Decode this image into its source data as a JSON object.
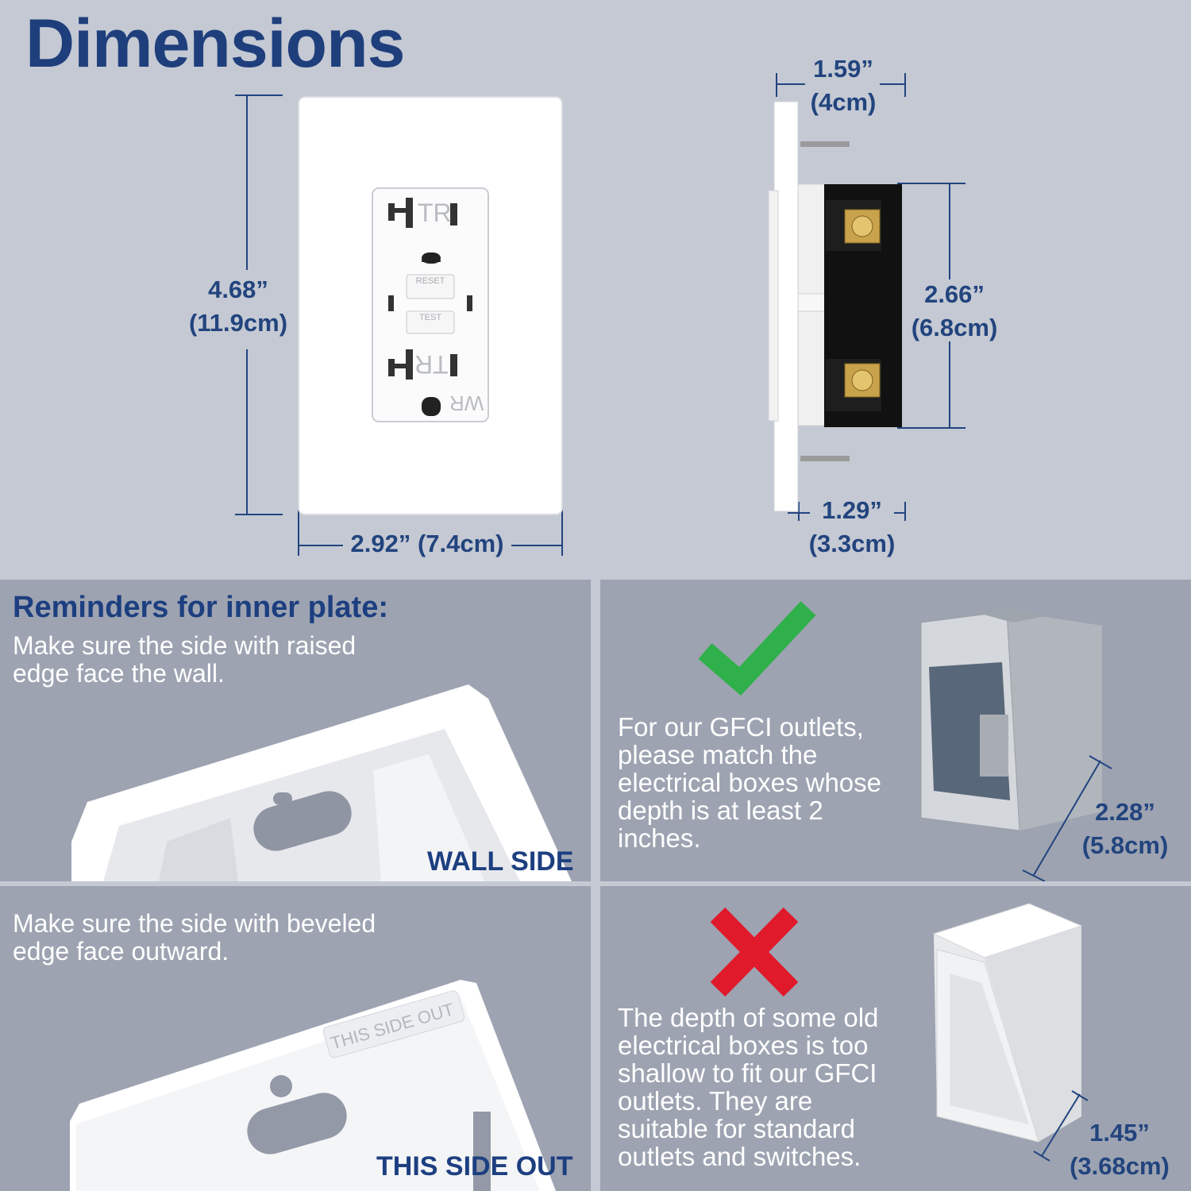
{
  "title": "Dimensions",
  "front": {
    "height_in": "4.68”",
    "height_cm": "(11.9cm)",
    "width": "2.92” (7.4cm)",
    "top_label": "TR",
    "bottom_label": "TR",
    "reset_label": "RESET",
    "test_label": "TEST",
    "wr_label": "WR"
  },
  "side": {
    "top_in": "1.59”",
    "top_cm": "(4cm)",
    "body_in": "2.66”",
    "body_cm": "(6.8cm)",
    "bottom_in": "1.29”",
    "bottom_cm": "(3.3cm)"
  },
  "inner_plate": {
    "heading": "Reminders for inner plate:",
    "wall_text": "Make sure the side with raised edge face the wall.",
    "wall_label": "WALL SIDE",
    "out_text": "Make sure the side with beveled edge face outward.",
    "out_label": "THIS SIDE OUT",
    "embossed": "THIS SIDE OUT"
  },
  "good_box": {
    "text": "For our GFCI outlets, please match the electrical boxes whose depth is at least 2 inches.",
    "depth_in": "2.28”",
    "depth_cm": "(5.8cm)"
  },
  "bad_box": {
    "text": "The depth of some old electrical boxes is too shallow to fit our GFCI outlets. They are suitable for standard outlets and switches.",
    "depth_in": "1.45”",
    "depth_cm": "(3.68cm)"
  },
  "colors": {
    "accent": "#1f3e7c",
    "check": "#2fb04a",
    "cross": "#e0192b",
    "panel": "#9da3b1",
    "background": "#c4c9d3"
  },
  "icons": [
    "check-icon",
    "cross-icon"
  ]
}
